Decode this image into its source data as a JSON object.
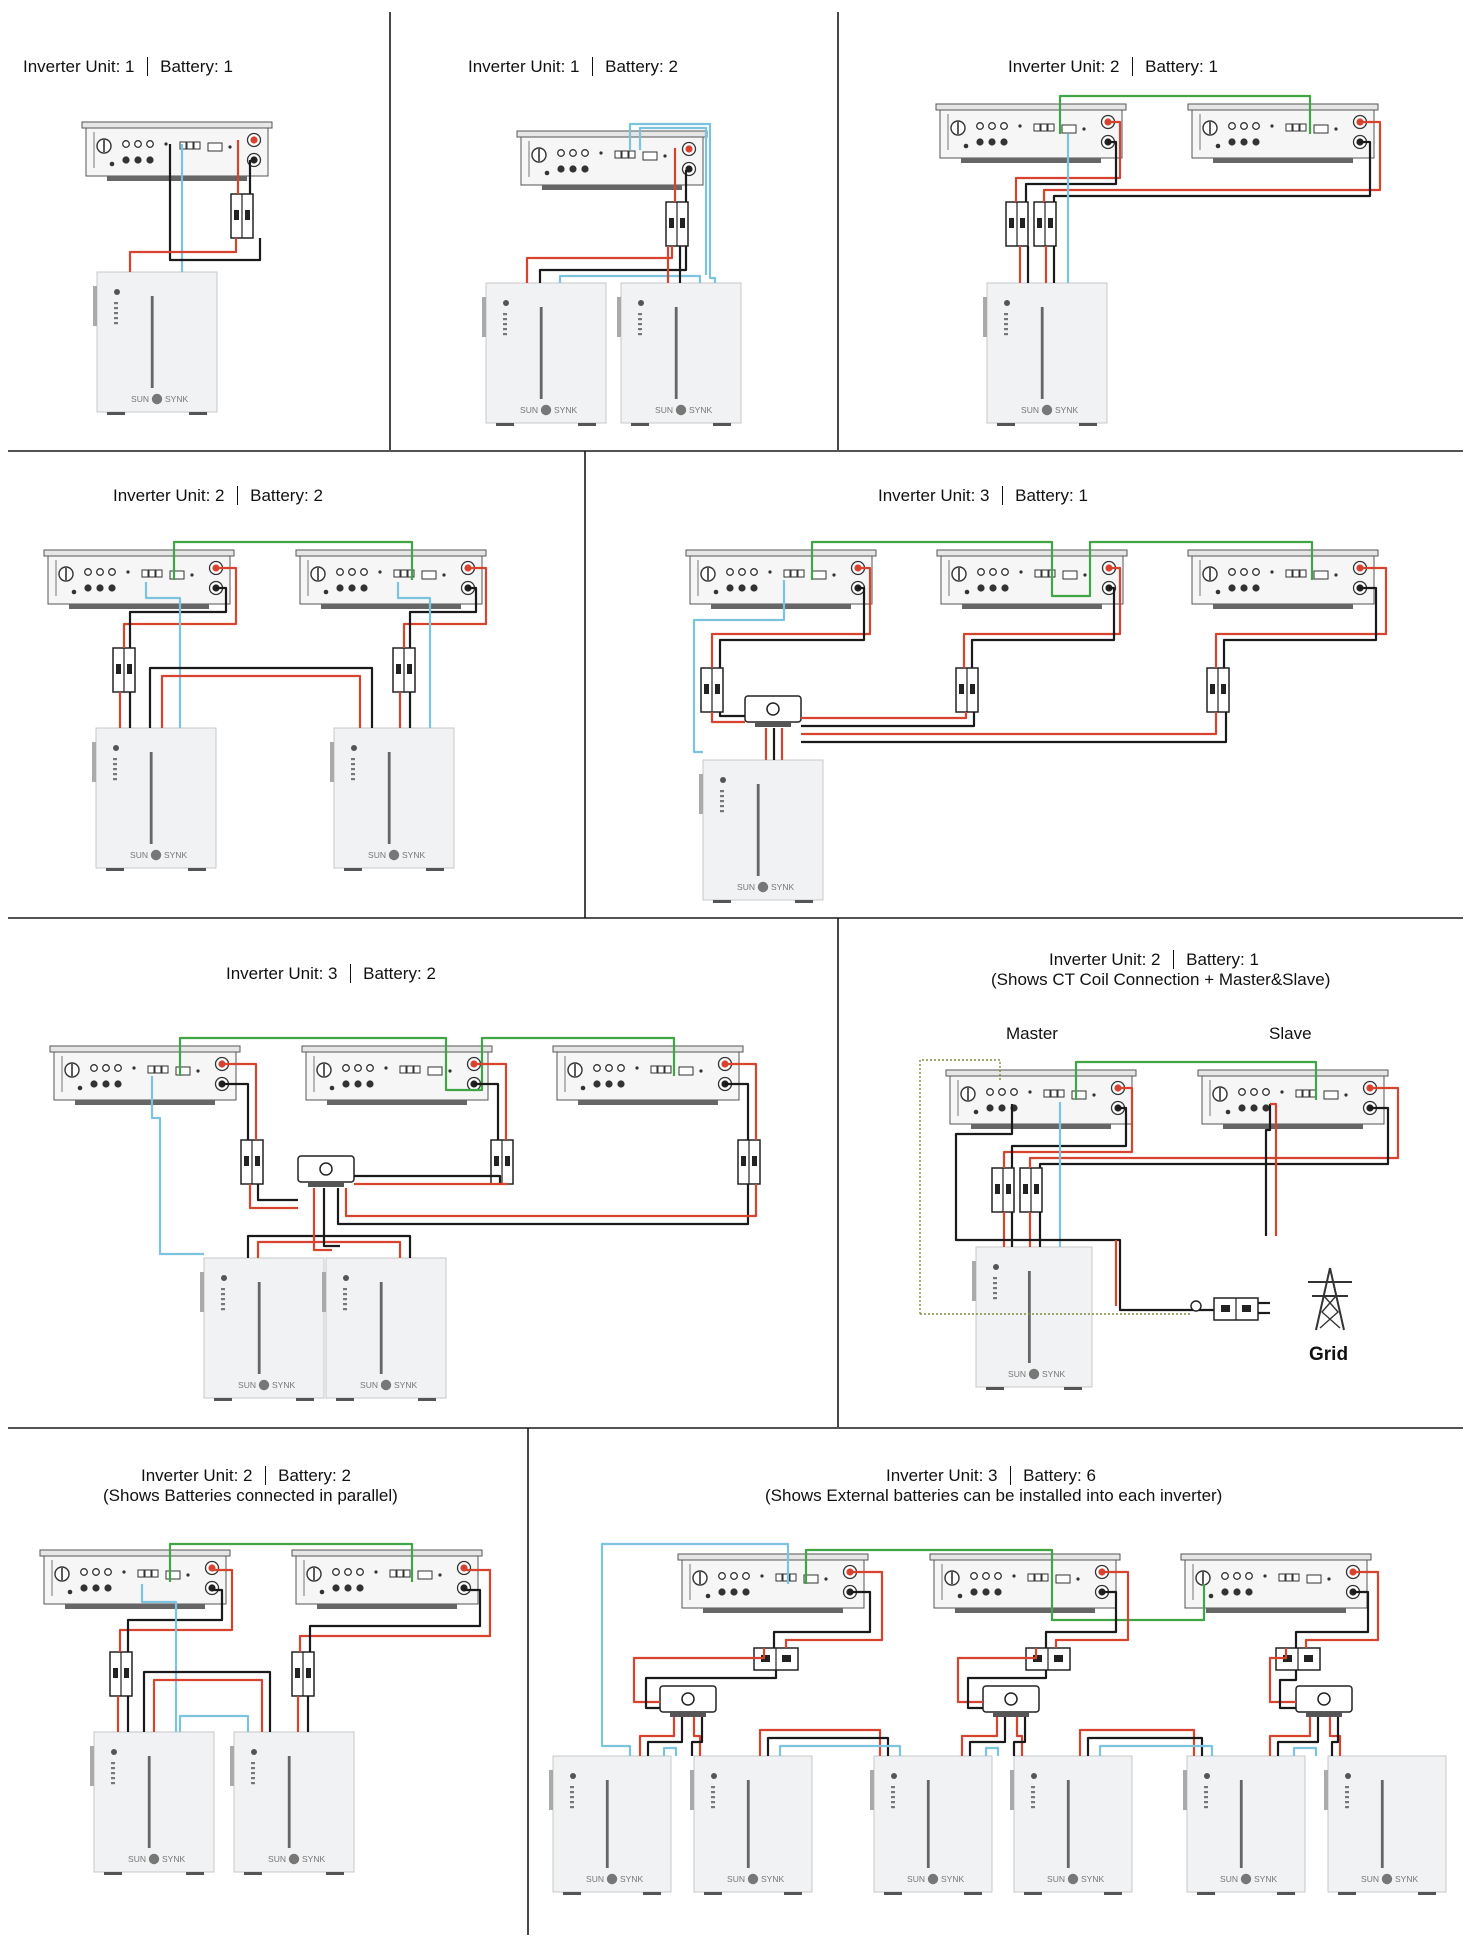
{
  "labels": {
    "inverter": "Inverter Unit:",
    "battery": "Battery:",
    "brand_left": "SUN",
    "brand_right": "SYNK"
  },
  "colors": {
    "red": "#d8432f",
    "black": "#1a1a1a",
    "blue": "#7cc3e0",
    "green": "#3fa545",
    "divider": "#1a1a1a",
    "battery_fill": "#f1f2f3",
    "inverter_fill": "#f6f6f6"
  },
  "panels": [
    {
      "id": "p1",
      "inverters": "1",
      "batteries": "1"
    },
    {
      "id": "p2",
      "inverters": "1",
      "batteries": "2"
    },
    {
      "id": "p3",
      "inverters": "2",
      "batteries": "1"
    },
    {
      "id": "p4",
      "inverters": "2",
      "batteries": "2"
    },
    {
      "id": "p5",
      "inverters": "3",
      "batteries": "1"
    },
    {
      "id": "p6",
      "inverters": "3",
      "batteries": "2"
    },
    {
      "id": "p7",
      "inverters": "2",
      "batteries": "1",
      "note": "(Shows CT Coil Connection + Master&Slave)",
      "master": "Master",
      "slave": "Slave",
      "grid": "Grid"
    },
    {
      "id": "p8",
      "inverters": "2",
      "batteries": "2",
      "note": "(Shows Batteries connected in parallel)"
    },
    {
      "id": "p9",
      "inverters": "3",
      "batteries": "6",
      "note": "(Shows External batteries can be installed into each inverter)"
    }
  ]
}
